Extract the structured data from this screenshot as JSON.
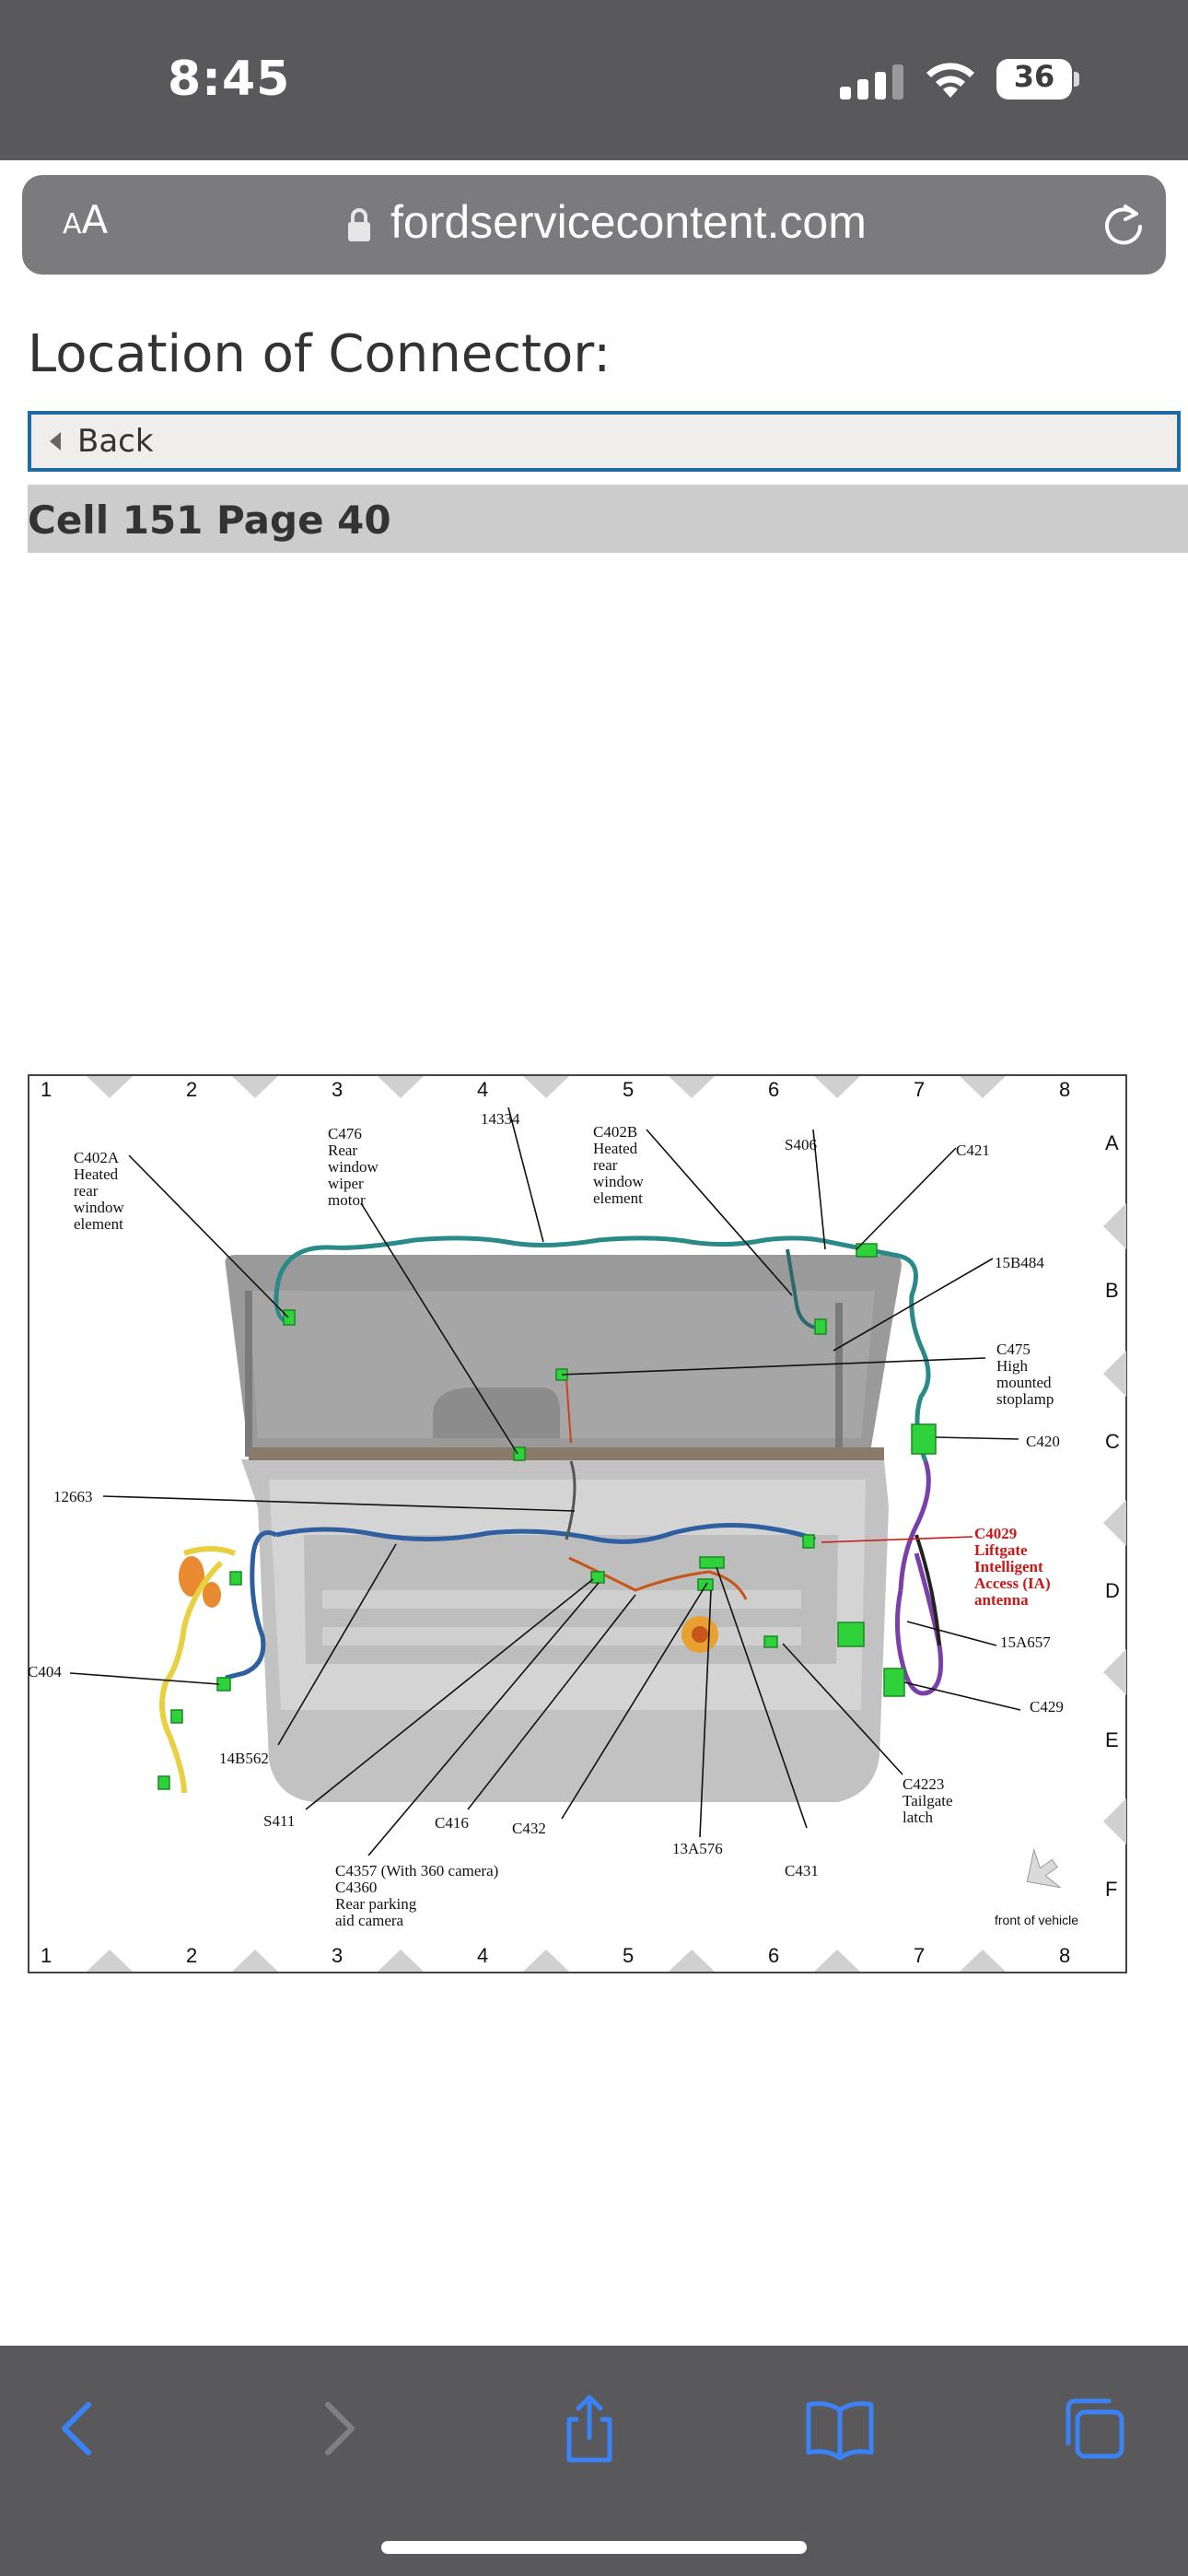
{
  "status_bar": {
    "time": "8:45",
    "battery": "36"
  },
  "browser": {
    "url": "fordservicecontent.com",
    "aa_label_small": "A",
    "aa_label_large": "A"
  },
  "page": {
    "title": "Location of Connector:",
    "back_label": "Back",
    "cell_header": "Cell 151 Page 40"
  },
  "diagram": {
    "column_numbers": [
      "1",
      "2",
      "3",
      "4",
      "5",
      "6",
      "7",
      "8"
    ],
    "row_letters": [
      "A",
      "B",
      "C",
      "D",
      "E",
      "F"
    ],
    "labels": {
      "c402a": "C402A\nHeated\nrear\nwindow\nelement",
      "c476": "C476\nRear\nwindow\nwiper\nmotor",
      "w14334": "14334",
      "c402b": "C402B\nHeated\nrear\nwindow\nelement",
      "s406": "S406",
      "c421": "C421",
      "w15b484": "15B484",
      "c475": "C475\nHigh\nmounted\nstoplamp",
      "c420": "C420",
      "c4029": "C4029\nLiftgate\nIntelligent\nAccess (IA)\nantenna",
      "w15a657": "15A657",
      "c429": "C429",
      "c4223": "C4223\nTailgate\nlatch",
      "w12663": "12663",
      "c404": "C404",
      "w14b562": "14B562",
      "s411": "S411",
      "c416": "C416",
      "c432": "C432",
      "w13a576": "13A576",
      "c431": "C431",
      "c4357": "C4357 (With 360 camera)\nC4360\nRear parking\naid camera"
    },
    "front_label": "front of vehicle",
    "colors": {
      "connector": "#2fd23a",
      "callout_red": "#c81818",
      "wire_teal": "#2a8a8a",
      "wire_blue": "#2e5fa0",
      "wire_purple": "#7a3fa8",
      "wire_yellow": "#e8d040"
    }
  }
}
